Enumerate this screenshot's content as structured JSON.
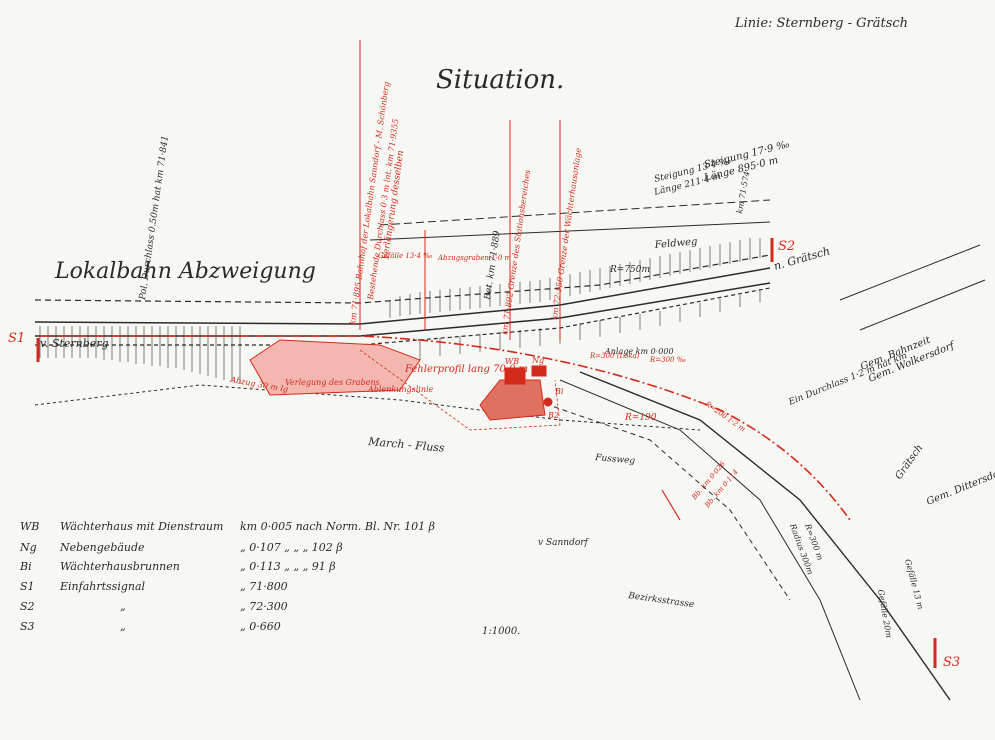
{
  "sheet": {
    "header": "Linie: Sternberg - Grätsch",
    "title": "Situation.",
    "scale": "1:1000.",
    "branch_label": "Lokalbahn Abzweigung"
  },
  "places": {
    "west": "v. Sternberg",
    "east": "n. Grätsch",
    "sud": "v Sanndorf",
    "bezirk": "Bezirksstrasse",
    "ost1": "Grätsch",
    "ost2": "Gem. Dittersdorf",
    "ost3": "Gem. Bahnzeit",
    "ost4": "Gem. Wolkersdorf",
    "feldweg": "Feldweg",
    "fussweg": "Fussweg",
    "march": "March - Fluss"
  },
  "annotations_black": {
    "a1": "Pol. Durchlass 0.50m hat km 71·841",
    "a2": "Bet. km 71·889",
    "a3": "Steigung 13·4 ‰",
    "a4": "Länge 211·4 m",
    "a5": "Steigung 17·9 ‰",
    "a6": "Länge 895·0 m",
    "a7": "km 71·574",
    "a8": "Ein Durchlass 1·2 m hat km",
    "a9": "Gefälle 20m",
    "a10": "Radius 300m",
    "a11": "Gefälle 13 m",
    "r_main": "R=750m",
    "anlage": "Anlage km 0·000",
    "radius_right": "R=300 m"
  },
  "annotations_red": {
    "r1": "km 71·895 Bahnhof der Lokalbahn Sanndorf - M. Schönberg",
    "r2": "Bestehende Durchlass 0·3 m lnt. km 71·9355",
    "r3": "Verlängerung desselben",
    "r4": "Gefälle 13·4 ‰",
    "r5": "Abzugsgraben 1·0 m",
    "r6": "km 71·892 Grenze des Stationsbereiches",
    "r7": "km 72·150 Grenze der Wächterhausanlage",
    "r8": "Fehlerprofil lang 70·0 m",
    "r9": "Ablenkungslinie",
    "r10": "Verlegung des Grabens",
    "r11": "Abzug 30 m lg",
    "r12": "R=190",
    "r13": "R=300 (Loka)",
    "r14": "R=300 ‰",
    "r15": "R=200 1·2 m",
    "r16": "Bb. km 0·026",
    "r17": "Bb. km 0·114",
    "s1": "S1",
    "s2": "S2",
    "s3": "S3",
    "wb": "WB",
    "ng": "Ng",
    "bi": "Bi",
    "b2": "B2"
  },
  "legend": [
    {
      "abbr": "WB",
      "desc": "Wächterhaus mit Dienstraum",
      "km": "km 0·005 nach Norm. Bl. Nr. 101 β"
    },
    {
      "abbr": "Ng",
      "desc": "Nebengebäude",
      "km": "„ 0·107   „   „   „  102 β"
    },
    {
      "abbr": "Bi",
      "desc": "Wächterhausbrunnen",
      "km": "„ 0·113   „   „   „  91 β"
    },
    {
      "abbr": "S1",
      "desc": "Einfahrtssignal",
      "km": "„ 71·800"
    },
    {
      "abbr": "S2",
      "desc": "„",
      "km": "„ 72·300"
    },
    {
      "abbr": "S3",
      "desc": "„",
      "km": "„ 0·660"
    }
  ],
  "colors": {
    "ink": "#2a2a2a",
    "red": "#d42a1c",
    "paper": "#f7f7f4"
  }
}
